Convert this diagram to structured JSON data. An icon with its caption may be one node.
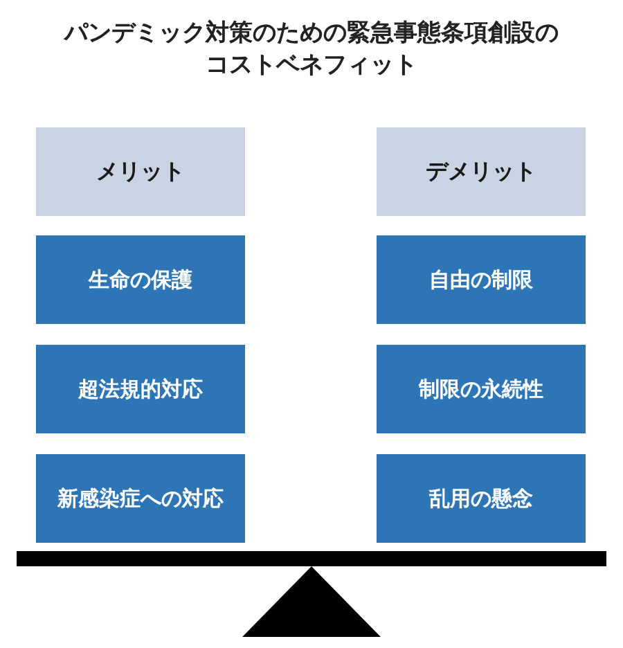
{
  "diagram": {
    "title": "パンデミック対策のための緊急事態条項創設のコストベネフィット",
    "nodes": [
      {
        "text": [
          "メリット"
        ]
      },
      {
        "text": [
          "デメリット"
        ]
      },
      {
        "text": [
          "生命の保護"
        ]
      },
      {
        "text": [
          "自由の制限"
        ]
      },
      {
        "text": [
          "超法規的対応"
        ]
      },
      {
        "text": [
          "制限の永続性"
        ]
      },
      {
        "text": [
          "新感染症への対応"
        ]
      },
      {
        "text": [
          "乱用の懸念"
        ]
      }
    ]
  }
}
